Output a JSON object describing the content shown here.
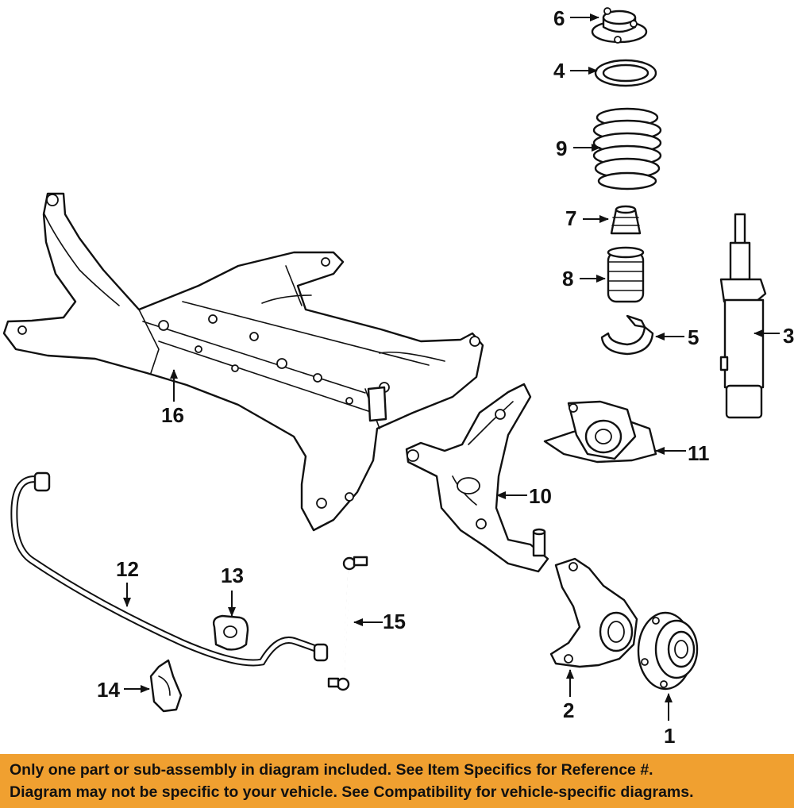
{
  "callouts": {
    "c1": "1",
    "c2": "2",
    "c3": "3",
    "c4": "4",
    "c5": "5",
    "c6": "6",
    "c7": "7",
    "c8": "8",
    "c9": "9",
    "c10": "10",
    "c11": "11",
    "c12": "12",
    "c13": "13",
    "c14": "14",
    "c15": "15",
    "c16": "16"
  },
  "banner": {
    "line1": "Only one part or sub-assembly in diagram included. See Item Specifics for Reference #.",
    "line2": "Diagram may not be specific to your vehicle. See Compatibility for vehicle-specific diagrams."
  },
  "colors": {
    "banner_bg": "#f0a030",
    "line_art": "#111111"
  }
}
